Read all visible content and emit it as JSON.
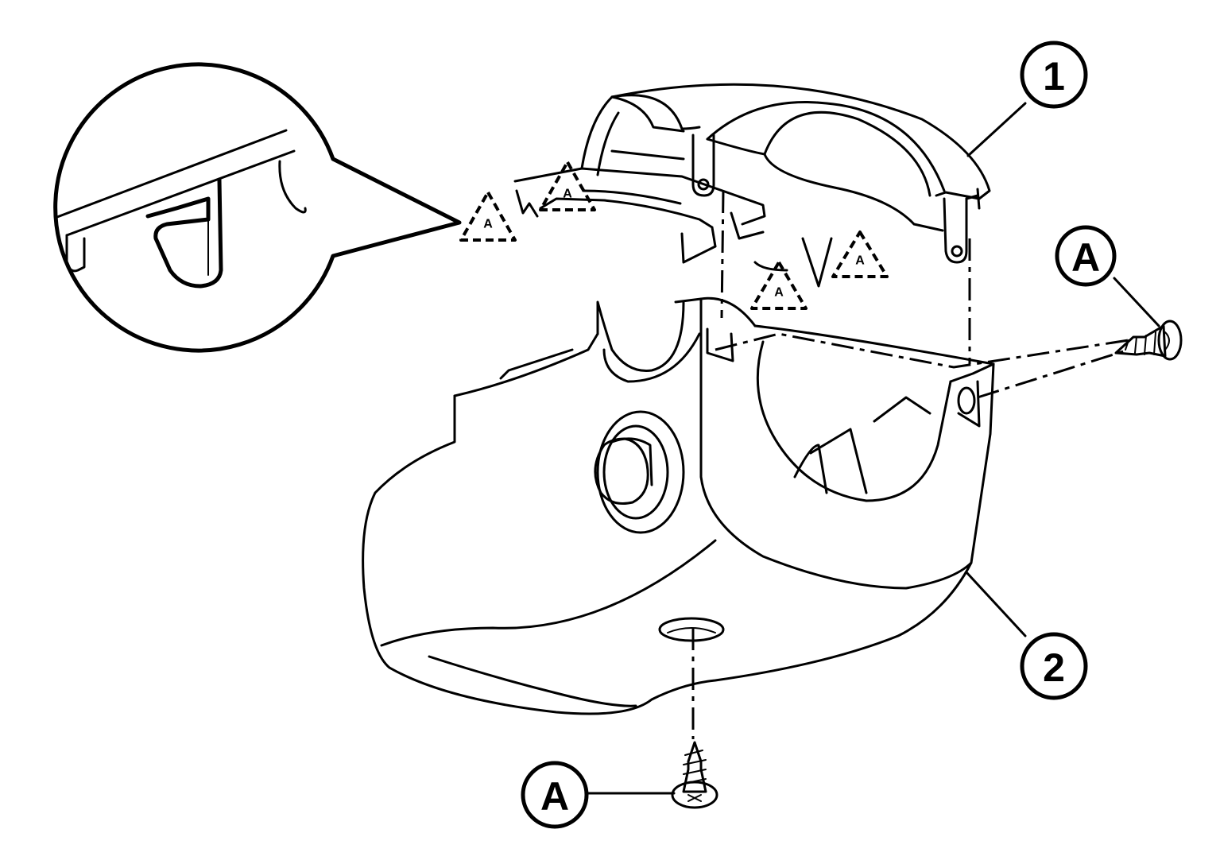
{
  "callouts": {
    "part_1": "1",
    "part_2": "2",
    "screw_a_right": "A",
    "screw_a_bottom": "A"
  },
  "clip_marker_letter": "A",
  "colors": {
    "line": "#000000",
    "background": "#ffffff"
  }
}
